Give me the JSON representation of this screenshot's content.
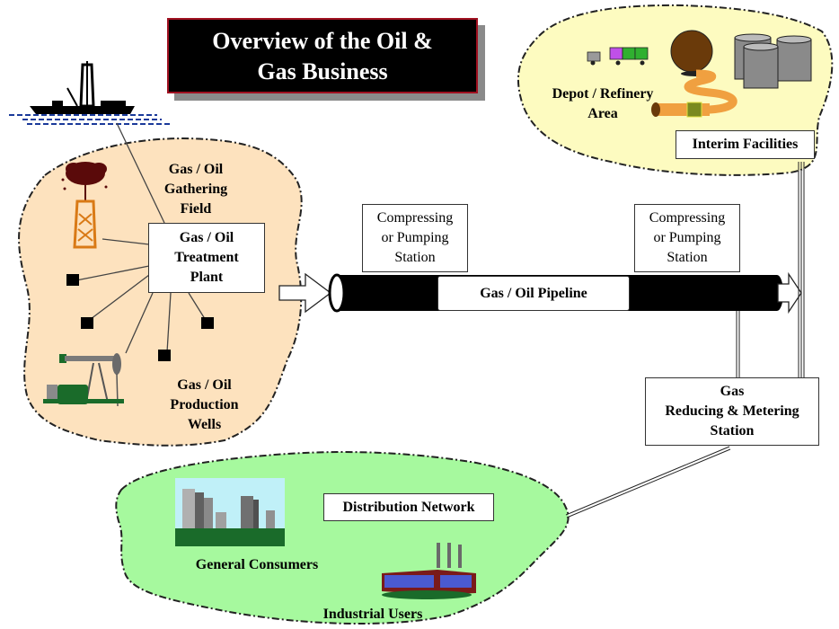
{
  "title": {
    "line1": "Overview of the Oil &",
    "line2": "Gas Business"
  },
  "colors": {
    "field_region": "#fde2be",
    "depot_region": "#fdfbc0",
    "distribution_region": "#a6f99e",
    "title_bg": "#000000",
    "title_border": "#a01020",
    "pipeline": "#000000"
  },
  "gathering_field": {
    "label_lines": [
      "Gas / Oil",
      "Gathering",
      "Field"
    ],
    "treatment_plant": [
      "Gas / Oil",
      "Treatment",
      "Plant"
    ],
    "production_wells": [
      "Gas / Oil",
      "Production",
      "Wells"
    ],
    "icons": [
      "offshore-drilling-ship-icon",
      "oil-gusher-derrick-icon",
      "pumpjack-icon",
      "well-marker-icon"
    ]
  },
  "pipeline": {
    "label": "Gas / Oil Pipeline",
    "station_left": [
      "Compressing",
      "or Pumping",
      "Station"
    ],
    "station_right": [
      "Compressing",
      "or Pumping",
      "Station"
    ]
  },
  "depot": {
    "label_lines": [
      "Depot / Refinery",
      "Area"
    ],
    "interim_facilities": "Interim Facilities",
    "icons": [
      "tanker-truck-icon",
      "spherical-tank-icon",
      "storage-drums-icon",
      "orange-pipe-icon"
    ]
  },
  "metering_station": [
    "Gas",
    "Reducing & Metering",
    "Station"
  ],
  "distribution": {
    "network_label": "Distribution Network",
    "general_consumers": "General Consumers",
    "industrial_users": "Industrial Users",
    "icons": [
      "city-skyline-icon",
      "factory-icon"
    ]
  }
}
